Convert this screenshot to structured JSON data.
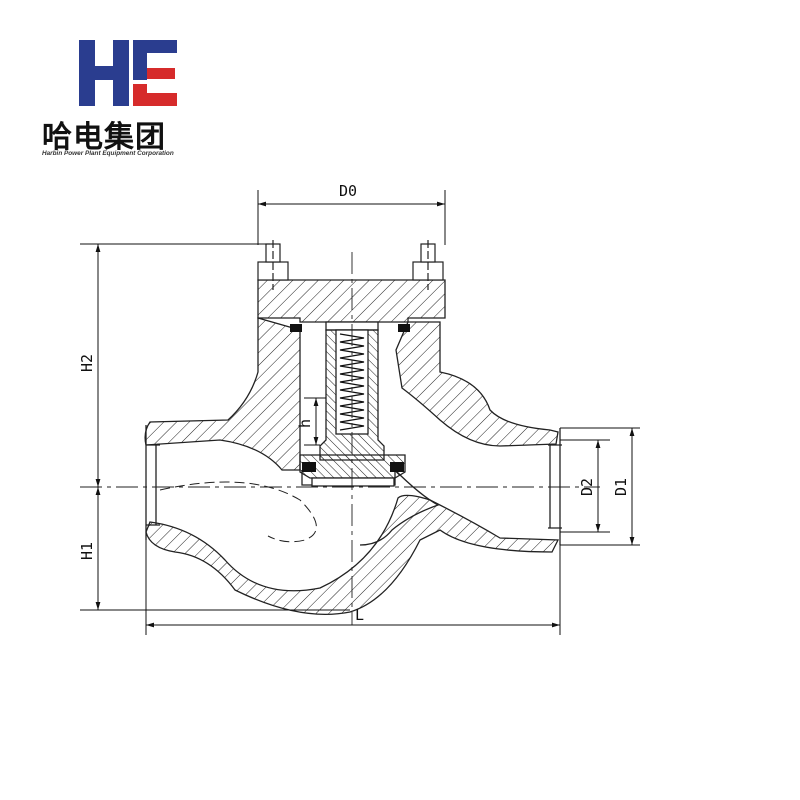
{
  "logo": {
    "mark": "HE",
    "company_cn": "哈电集团",
    "company_en": "Harbin Power Plant Equipment Corporation",
    "colors": {
      "h": "#2a3d8f",
      "e": "#d62b2b"
    }
  },
  "drawing": {
    "dimensions": {
      "d0": "D0",
      "h2": "H2",
      "h1": "H1",
      "h": "h",
      "d1": "D1",
      "d2": "D2",
      "l": "L"
    }
  }
}
